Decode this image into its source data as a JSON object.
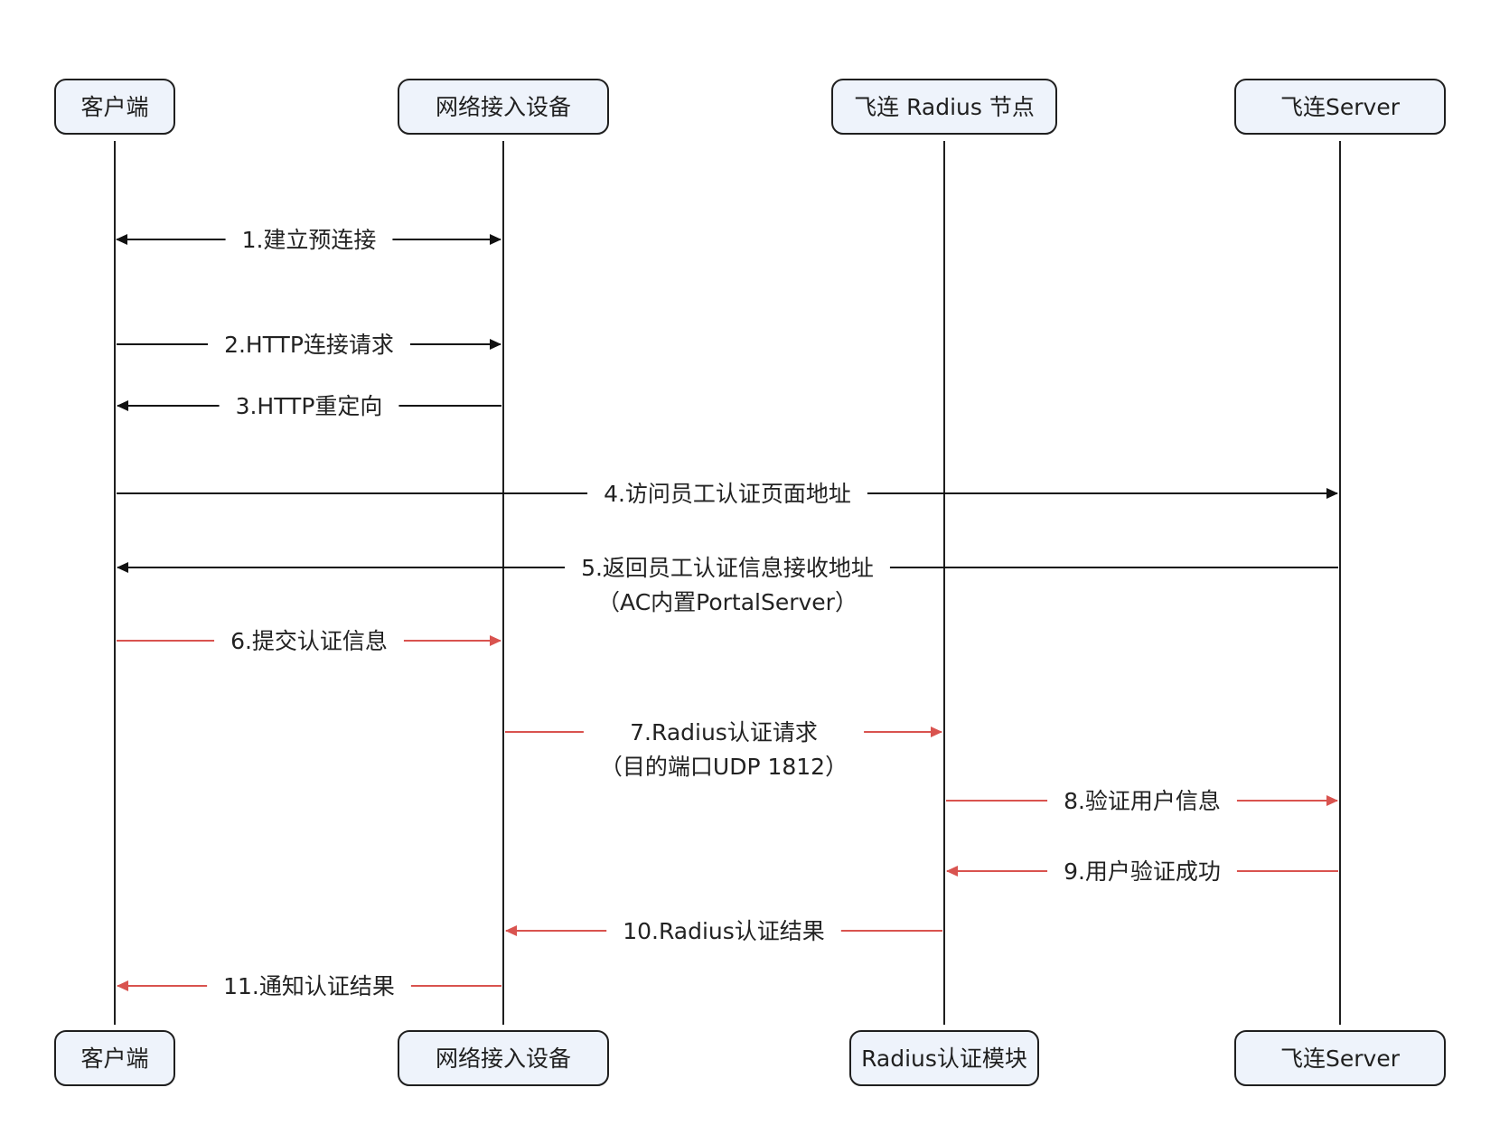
{
  "colors": {
    "black_arrow": "#111111",
    "red_arrow": "#d9534f",
    "actor_fill": "#eef3fb",
    "actor_border": "#1f1f1f"
  },
  "actors": [
    {
      "id": "client",
      "top_label": "客户端",
      "bottom_label": "客户端"
    },
    {
      "id": "nas",
      "top_label": "网络接入设备",
      "bottom_label": "网络接入设备"
    },
    {
      "id": "radius",
      "top_label": "飞连 Radius 节点",
      "bottom_label": "Radius认证模块"
    },
    {
      "id": "server",
      "top_label": "飞连Server",
      "bottom_label": "飞连Server"
    }
  ],
  "messages": [
    {
      "lines": [
        "1.建立预连接"
      ],
      "from": "client",
      "to": "nas",
      "bidirectional": true,
      "color": "black"
    },
    {
      "lines": [
        "2.HTTP连接请求"
      ],
      "from": "client",
      "to": "nas",
      "color": "black"
    },
    {
      "lines": [
        "3.HTTP重定向"
      ],
      "from": "nas",
      "to": "client",
      "color": "black"
    },
    {
      "lines": [
        "4.访问员工认证页面地址"
      ],
      "from": "client",
      "to": "server",
      "color": "black"
    },
    {
      "lines": [
        "5.返回员工认证信息接收地址",
        "（AC内置PortalServer）"
      ],
      "from": "server",
      "to": "client",
      "color": "black"
    },
    {
      "lines": [
        "6.提交认证信息"
      ],
      "from": "client",
      "to": "nas",
      "color": "red"
    },
    {
      "lines": [
        "7.Radius认证请求",
        "（目的端口UDP 1812）"
      ],
      "from": "nas",
      "to": "radius",
      "color": "red"
    },
    {
      "lines": [
        "8.验证用户信息"
      ],
      "from": "radius",
      "to": "server",
      "color": "red"
    },
    {
      "lines": [
        "9.用户验证成功"
      ],
      "from": "server",
      "to": "radius",
      "color": "red"
    },
    {
      "lines": [
        "10.Radius认证结果"
      ],
      "from": "radius",
      "to": "nas",
      "color": "red"
    },
    {
      "lines": [
        "11.通知认证结果"
      ],
      "from": "nas",
      "to": "client",
      "color": "red"
    }
  ]
}
